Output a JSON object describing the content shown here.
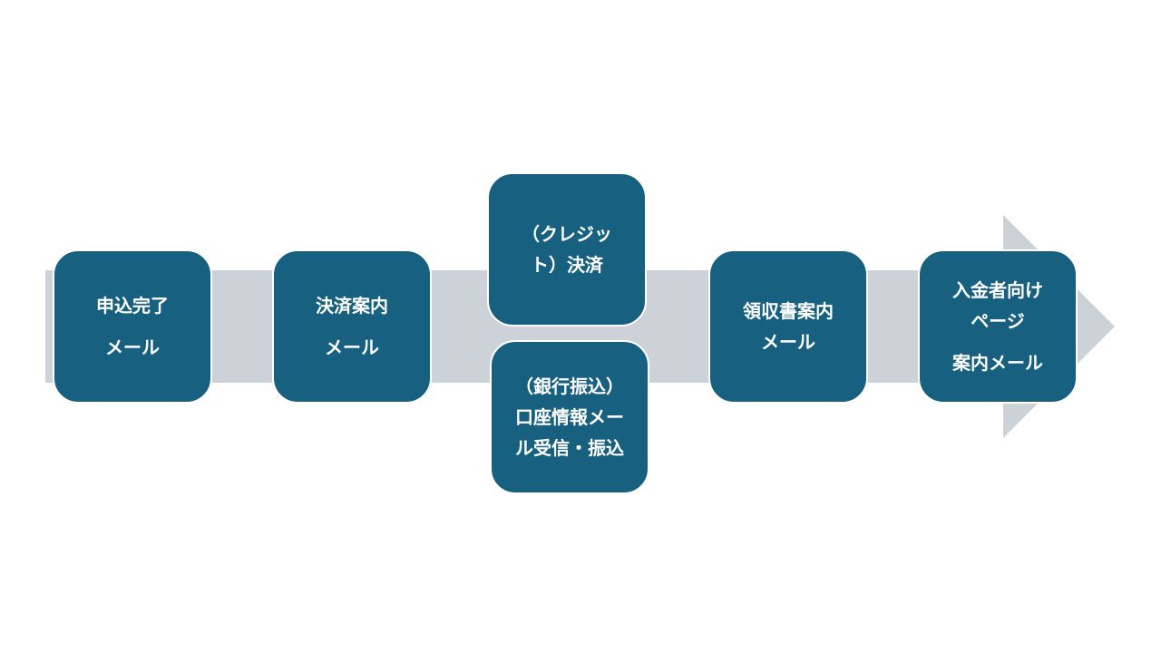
{
  "colors": {
    "box_fill": "#17607f",
    "arrow_fill": "#cdd2d8",
    "box_border": "#ffffff",
    "text": "#ffffff"
  },
  "steps": [
    {
      "id": "apply-complete",
      "lines": [
        "申込完了",
        "メール"
      ]
    },
    {
      "id": "payment-guide",
      "lines": [
        "決済案内",
        "メール"
      ]
    },
    {
      "id": "credit-payment",
      "lines": [
        "（クレジッ",
        "ト）決済"
      ]
    },
    {
      "id": "bank-transfer",
      "lines": [
        "（銀行振込）",
        "口座情報メー",
        "ル受信・振込"
      ]
    },
    {
      "id": "receipt-guide",
      "lines": [
        "領収書案内",
        "メール"
      ]
    },
    {
      "id": "payment-page-guide",
      "lines": [
        "入金者向け",
        "ページ",
        "案内メール"
      ]
    }
  ]
}
